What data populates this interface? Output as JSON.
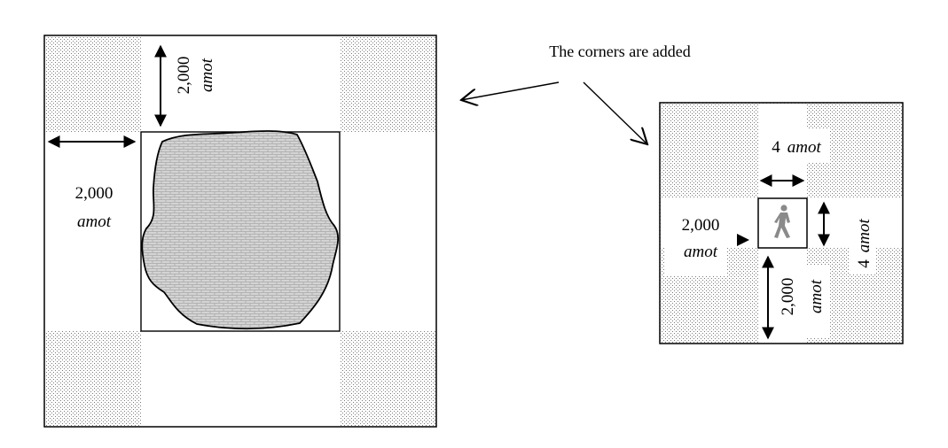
{
  "caption": "The corners are added",
  "left_figure": {
    "top_label_number": "2,000",
    "top_label_unit": "amot",
    "left_label_number": "2,000",
    "left_label_unit": "amot"
  },
  "right_figure": {
    "top_label_number": "4",
    "top_label_unit": "amot",
    "left_label_number": "2,000",
    "left_label_unit": "amot",
    "right_label_number": "4",
    "right_label_unit": "amot",
    "bottom_label_number": "2,000",
    "bottom_label_unit": "amot"
  },
  "icons": {
    "center_icon": "walking-person-icon",
    "center_shape": "irregular-brick-area"
  },
  "colors": {
    "dot_fill": "#bdbdbd",
    "stroke": "#000000",
    "walker": "#8a8a8a"
  }
}
